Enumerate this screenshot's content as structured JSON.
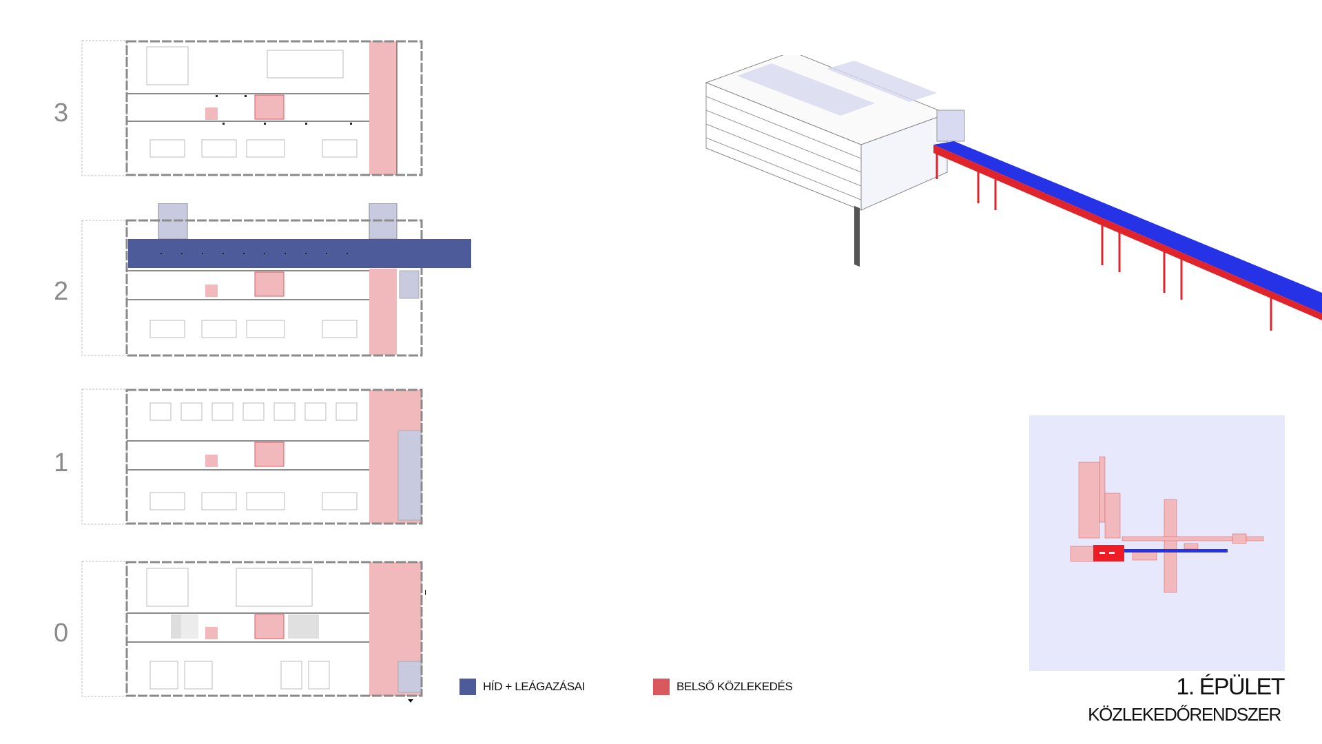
{
  "floor_levels": [
    "3",
    "2",
    "1",
    "0"
  ],
  "legend": {
    "bridge_label": "HÍD + LEÁGAZÁSAI",
    "bridge_color": "#4d5b9b",
    "internal_label": "BELSŐ KÖZLEKEDÉS",
    "internal_color": "#d9585e"
  },
  "title": {
    "main": "1. ÉPÜLET",
    "sub": "KÖZLEKEDŐRENDSZER"
  },
  "colors": {
    "circulation_fill": "#f2b9bc",
    "bridge_fill": "#4d5b9b",
    "stair_fill": "#d9585e",
    "stair_tower": "#c8cbe0",
    "site_plan_bg": "#e7e8fb",
    "iso_bridge_blue": "#2532e6",
    "iso_bridge_red": "#e0242b",
    "wall": "#8a8a8a"
  }
}
